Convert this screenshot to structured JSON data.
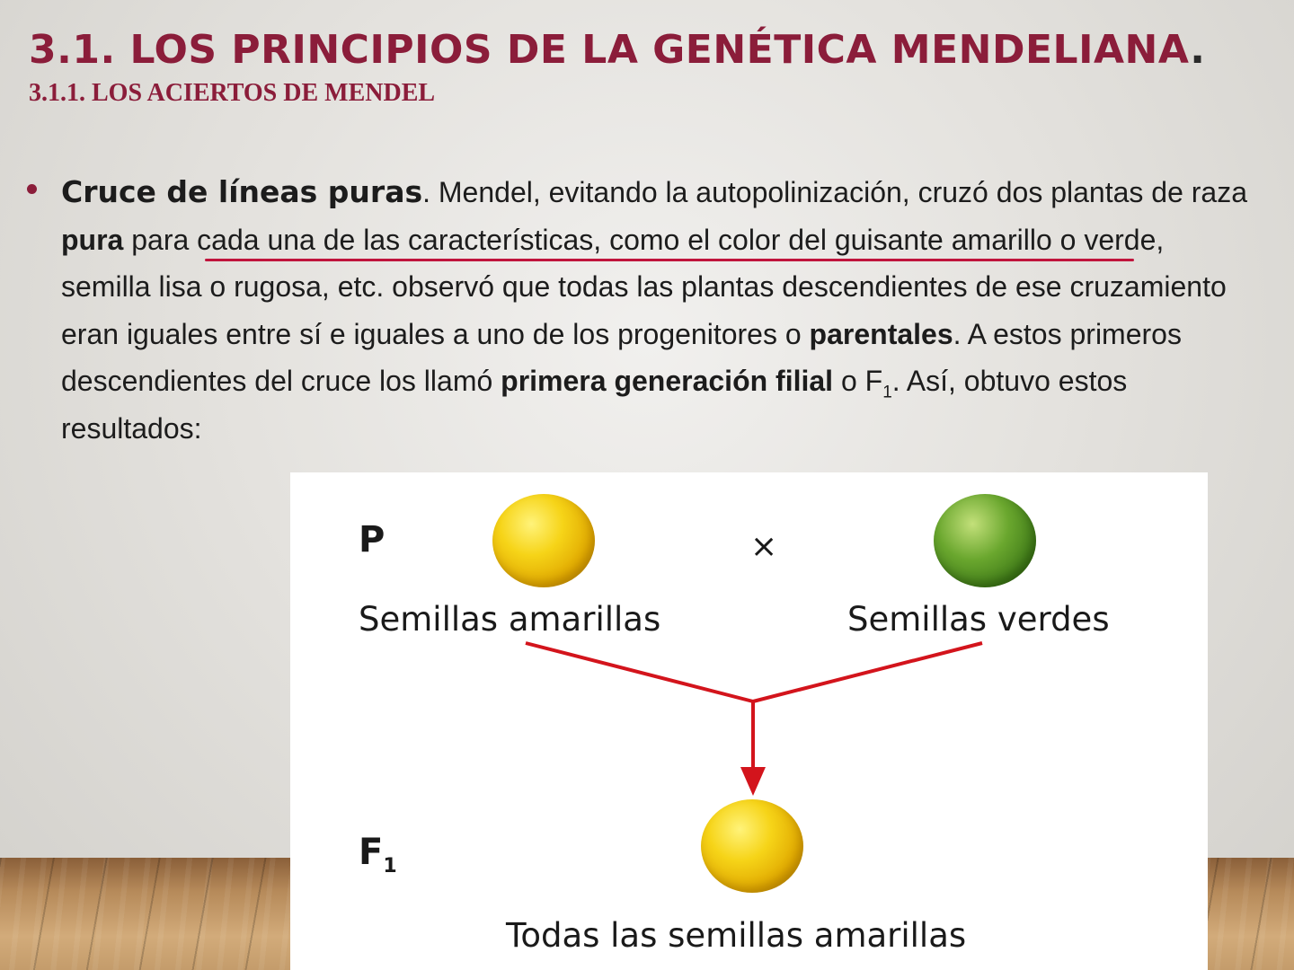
{
  "slide": {
    "title": "3.1. LOS PRINCIPIOS DE LA GENÉTICA MENDELIANA",
    "title_dot": ".",
    "subtitle": "3.1.1. LOS ACIERTOS DE MENDEL"
  },
  "body": {
    "lead": "Cruce de líneas puras",
    "t1": ". Mendel, evitando la autopolinización, cruzó dos plantas de raza ",
    "b1": "pura",
    "t2": " para cada una de las características, como el color del guisante amarillo o verde, semilla lisa o rugosa, etc. observó que todas las plantas descendientes de ese cruzamiento eran iguales entre sí e iguales a uno de los progenitores o ",
    "b2": "parentales",
    "t3": ". A estos primeros descendientes del cruce los llamó ",
    "b3": "primera generación filial",
    "t4": " o F",
    "sub": "1",
    "t5": ". Así, obtuvo estos resultados:"
  },
  "figure": {
    "label_p": "P",
    "cross_symbol": "×",
    "caption_yellow": "Semillas amarillas",
    "caption_green": "Semillas verdes",
    "label_f": "F",
    "label_f_sub": "1",
    "caption_result": "Todas las semillas amarillas",
    "colors": {
      "arrow": "#d3141c",
      "yellow_seed": "#f2c40c",
      "green_seed": "#5a9a26"
    }
  },
  "colors": {
    "accent": "#8b1d3a",
    "underline": "#c0143c"
  }
}
